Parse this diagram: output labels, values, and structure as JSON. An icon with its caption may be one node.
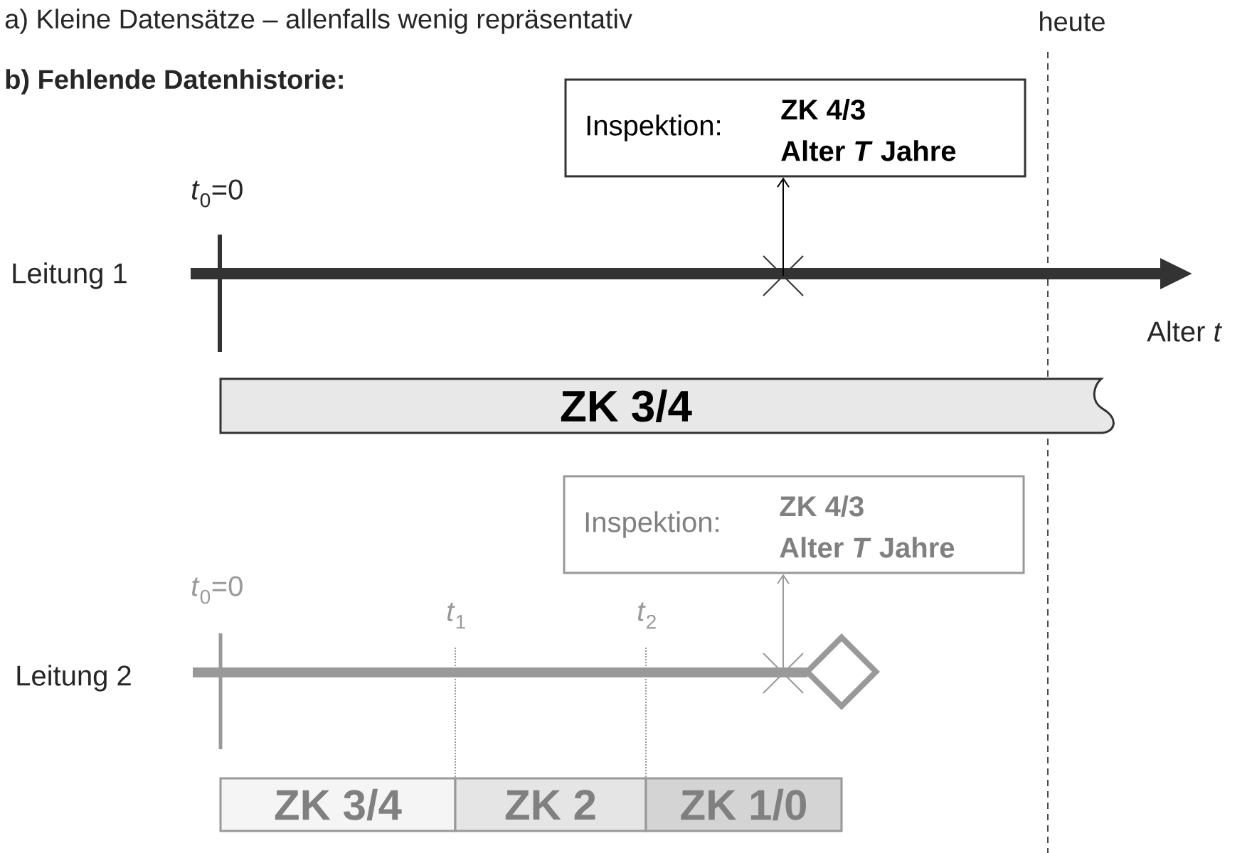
{
  "diagram": {
    "nodes": [
      {
        "text": [
          "Inspektion:",
          "ZK 4/3",
          "Alter *T* Jahre"
        ]
      },
      {
        "text": [],
        "shape": "cross"
      },
      {
        "text": [
          "Inspektion:",
          "ZK 4/3",
          "Alter *T* Jahre"
        ]
      },
      {
        "text": [],
        "shape": "cross"
      },
      {
        "text": [
          "ZK 3/4"
        ]
      },
      {
        "text": [
          "ZK 3/4"
        ]
      },
      {
        "text": [
          "ZK 2"
        ]
      },
      {
        "text": [
          "ZK 1/0"
        ]
      },
      {
        "text": [],
        "shape": "diamond"
      }
    ],
    "edges": [
      {
        "from": 1,
        "to": 0,
        "arrow": "to"
      },
      {
        "from": 3,
        "to": 2,
        "arrow": "to",
        "color": "#999999"
      }
    ],
    "labels": [
      "a)  Kleine Datensätze – allenfalls wenig repräsentativ",
      "heute",
      "b)  Fehlende Datenhistorie:",
      "*t*$_{0}$=0",
      "Leitung 1",
      "Alter *t*",
      "*t*$_{0}$=0",
      "*t*$_{1}$",
      "*t*$_{2}$",
      "Leitung 2"
    ]
  }
}
